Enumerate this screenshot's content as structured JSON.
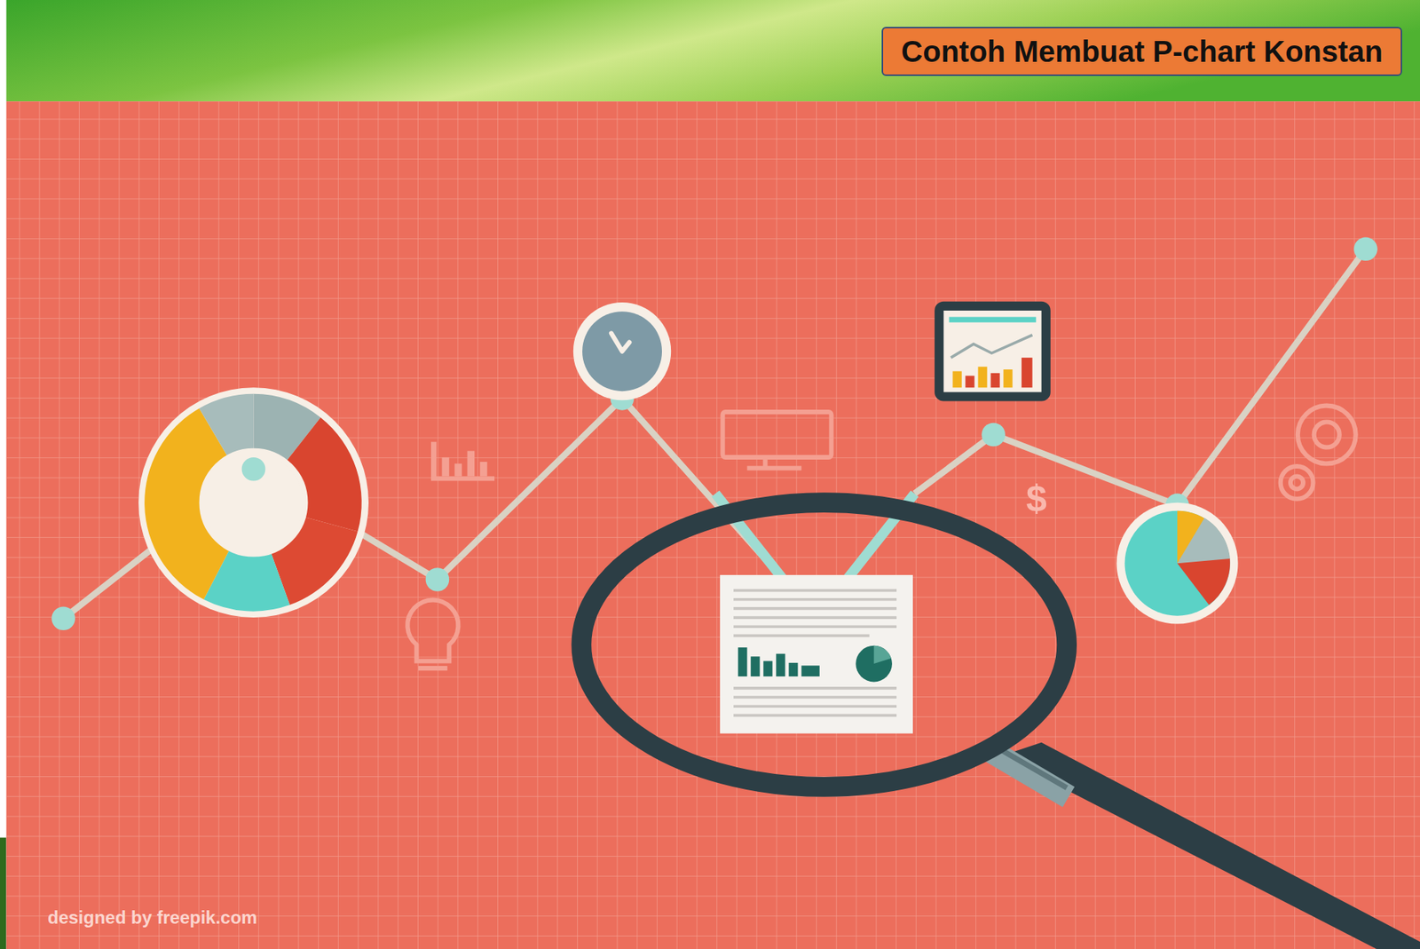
{
  "diagram": {
    "title": "Contoh Membuat P-chart Konstan",
    "labels": [
      "$",
      "designed by freepik.com"
    ]
  }
}
